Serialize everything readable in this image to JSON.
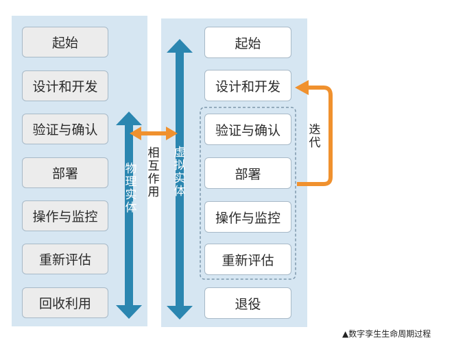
{
  "left_column": {
    "stages": [
      "起始",
      "设计和开发",
      "验证与确认",
      "部署",
      "操作与监控",
      "重新评估",
      "回收利用"
    ],
    "axis_label": "物理实体"
  },
  "right_column": {
    "stages": [
      "起始",
      "设计和开发",
      "验证与确认",
      "部署",
      "操作与监控",
      "重新评估",
      "退役"
    ],
    "axis_label": "虚拟实体"
  },
  "interaction_label": "相互作用",
  "iteration_label": "迭代",
  "caption": "▲数字孪生生命周期过程",
  "colors": {
    "panel": "#d6e6f2",
    "axis_arrow": "#2b86b0",
    "accent_arrow": "#f0912e",
    "box_border": "#a7b9c7",
    "dashed_group": "#7d97ab"
  }
}
